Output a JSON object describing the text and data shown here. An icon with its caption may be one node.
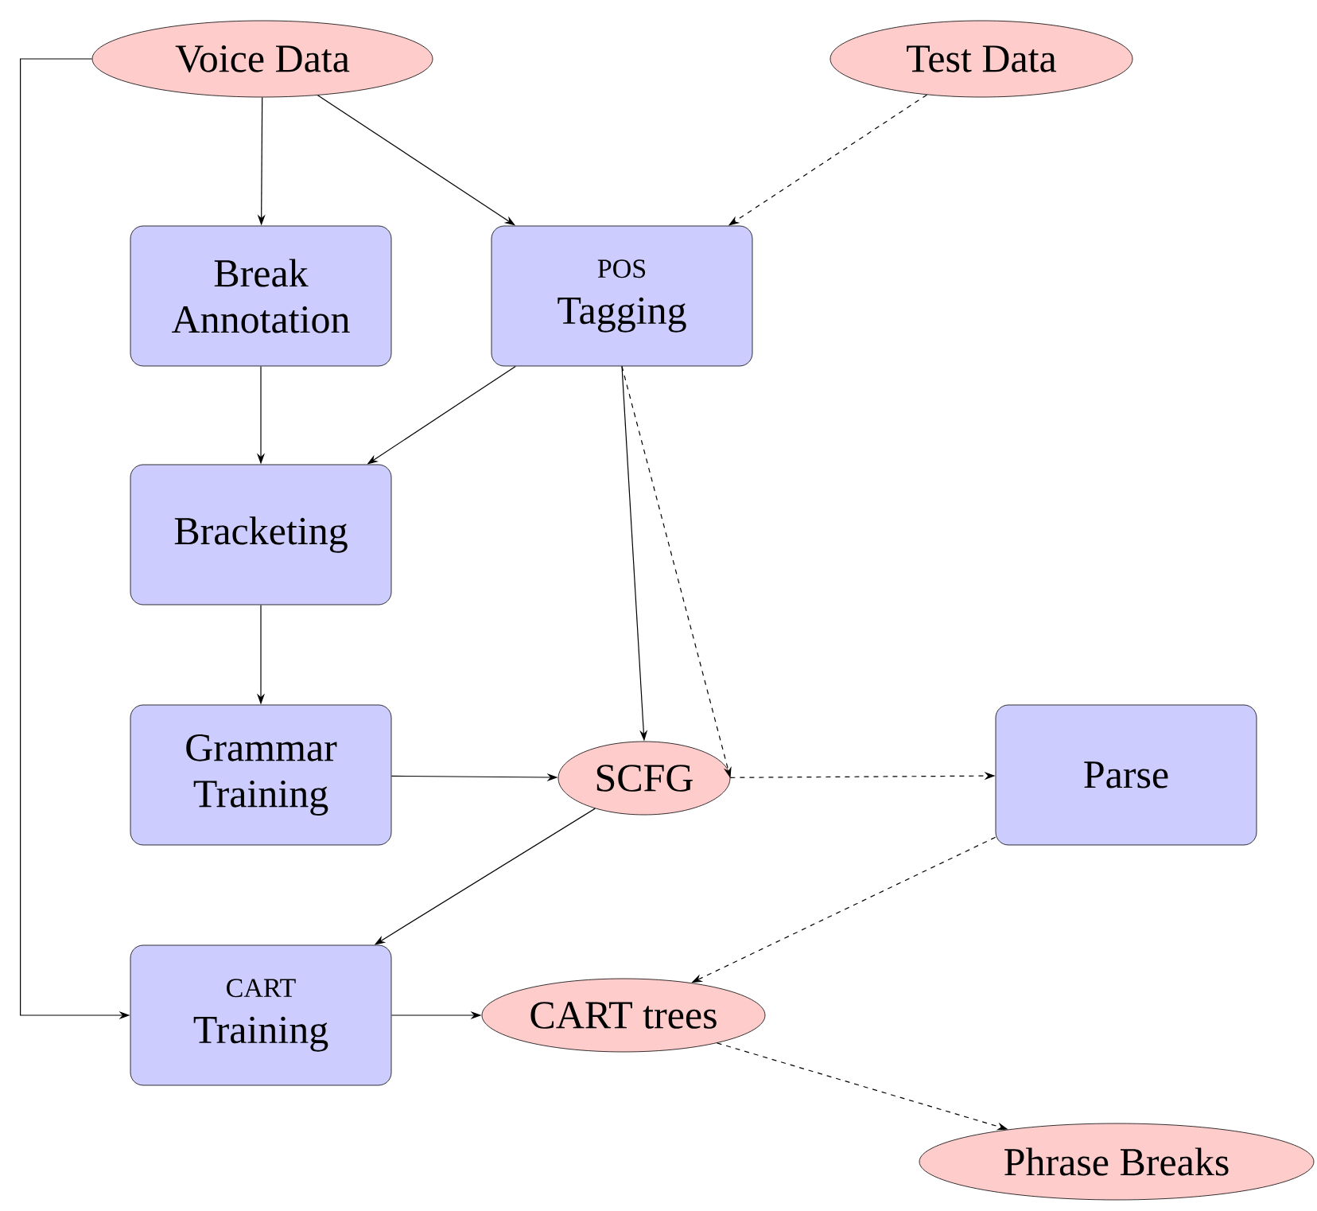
{
  "diagram": {
    "nodes": [
      {
        "text": [
          "Voice Data"
        ]
      },
      {
        "text": [
          "Test Data"
        ]
      },
      {
        "text": [
          "Break Annotation"
        ]
      },
      {
        "text": [
          "POS",
          "Tagging"
        ]
      },
      {
        "text": [
          "Bracketing"
        ]
      },
      {
        "text": [
          "Grammar Training"
        ]
      },
      {
        "text": [
          "SCFG"
        ]
      },
      {
        "text": [
          "Parse"
        ]
      },
      {
        "text": [
          "CART",
          "Training"
        ]
      },
      {
        "text": [
          "CART trees"
        ]
      },
      {
        "text": [
          "Phrase Breaks"
        ]
      }
    ],
    "edges": [
      {
        "from": 0,
        "to": 2,
        "arrow": "to"
      },
      {
        "from": 0,
        "to": 3,
        "arrow": "to"
      },
      {
        "from": 1,
        "to": 3,
        "arrow": "to",
        "style": "dashed"
      },
      {
        "from": 2,
        "to": 4,
        "arrow": "to"
      },
      {
        "from": 3,
        "to": 4,
        "arrow": "to"
      },
      {
        "from": 4,
        "to": 5,
        "arrow": "to"
      },
      {
        "from": 5,
        "to": 6,
        "arrow": "to"
      },
      {
        "from": 3,
        "to": 6,
        "arrow": "to"
      },
      {
        "from": 3,
        "to": 6,
        "arrow": "to",
        "style": "dashed"
      },
      {
        "from": 6,
        "to": 7,
        "arrow": "to",
        "style": "dashed"
      },
      {
        "from": 6,
        "to": 8,
        "arrow": "to"
      },
      {
        "from": 0,
        "to": 8,
        "arrow": "to"
      },
      {
        "from": 8,
        "to": 9,
        "arrow": "to"
      },
      {
        "from": 7,
        "to": 9,
        "arrow": "to",
        "style": "dashed"
      },
      {
        "from": 9,
        "to": 10,
        "arrow": "to",
        "style": "dashed"
      }
    ]
  }
}
